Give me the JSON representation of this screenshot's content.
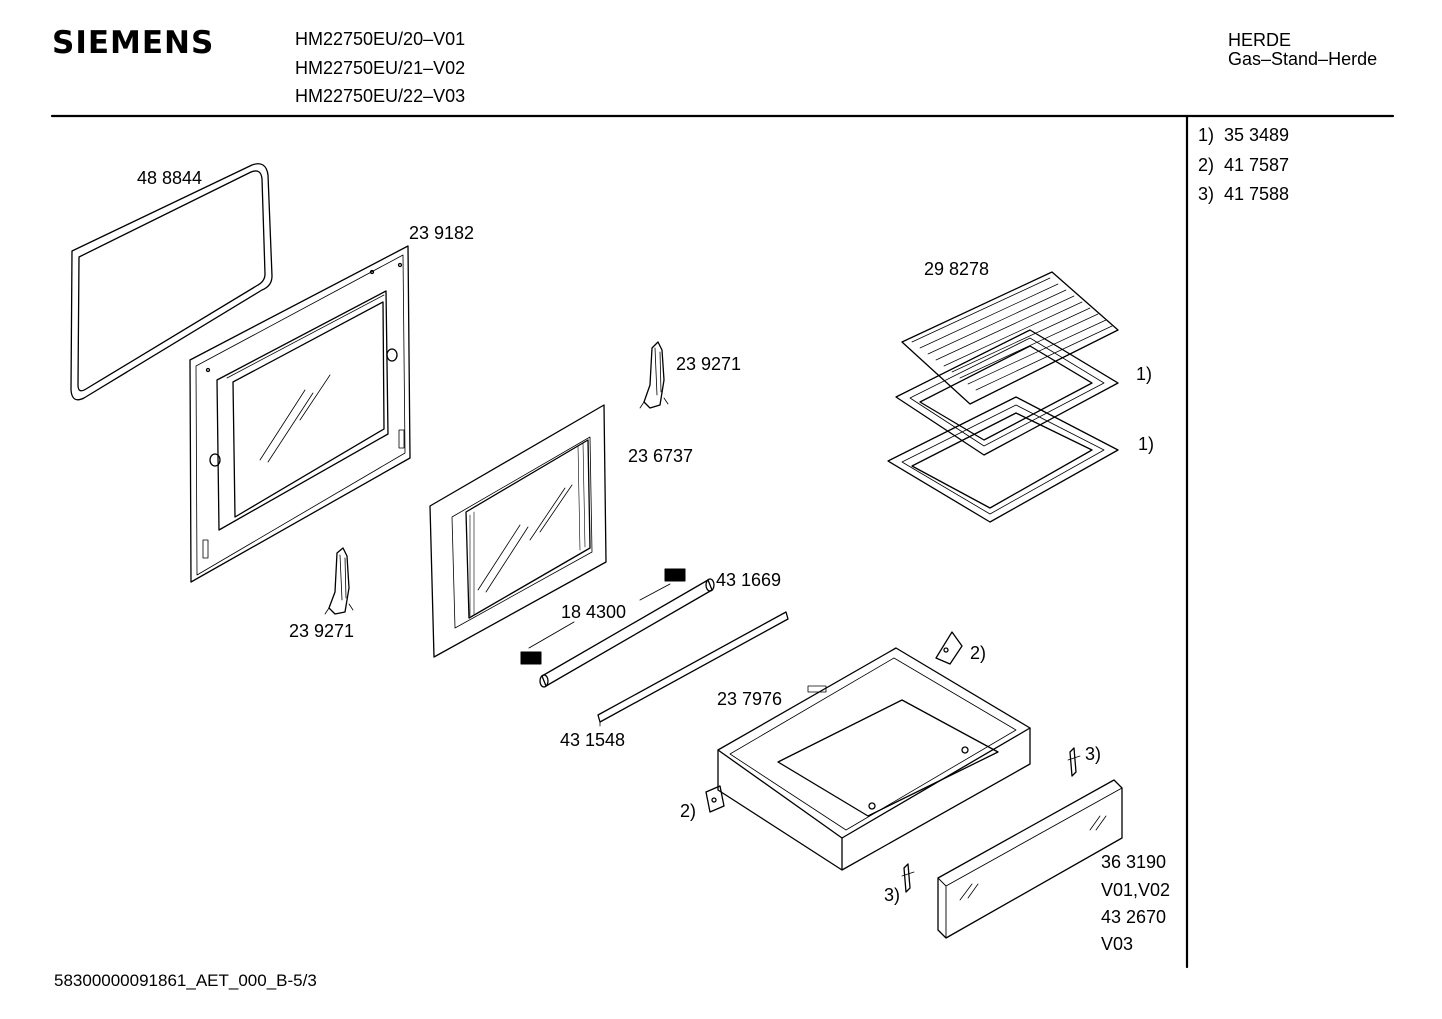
{
  "header": {
    "brand": "SIEMENS",
    "models": [
      "HM22750EU/20–V01",
      "HM22750EU/21–V02",
      "HM22750EU/22–V03"
    ],
    "category": "HERDE",
    "subcategory": "Gas–Stand–Herde"
  },
  "references": [
    "1)  35 3489",
    "2)  41 7587",
    "3)  41 7588"
  ],
  "parts": {
    "door_seal": "48 8844",
    "inner_door": "23 9182",
    "hinge_upper": "23 9271",
    "hinge_lower": "23 9271",
    "outer_door": "23 6737",
    "handle": "43 1669",
    "handle_bar": "18 4300",
    "trim_strip": "43 1548",
    "grill_rack": "29 8278",
    "tray_ref_1": "1)",
    "tray_ref_2": "1)",
    "drawer": "23 7976",
    "runner_ref_right": "2)",
    "runner_ref_left": "2)",
    "clip_ref_right": "3)",
    "clip_ref_left": "3)",
    "front_panel_1": "36 3190",
    "front_panel_1_variant": "V01,V02",
    "front_panel_2": "43 2670",
    "front_panel_2_variant": "V03"
  },
  "footer": {
    "doc_id": "58300000091861_AET_000_B-5/3"
  }
}
